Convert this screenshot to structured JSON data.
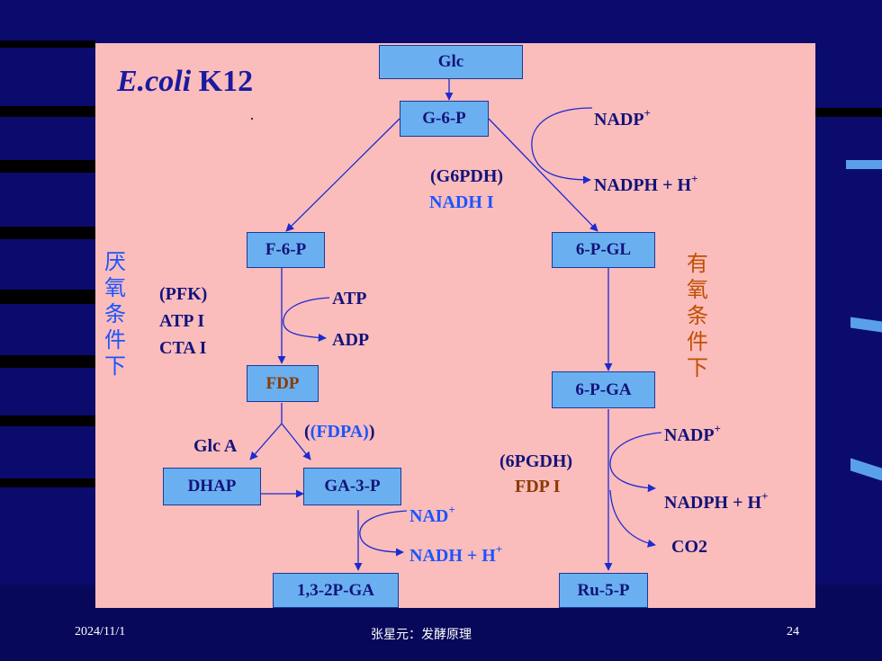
{
  "title": {
    "italic": "E.coli",
    "rest": "K12"
  },
  "nodes": {
    "glc": "Glc",
    "g6p": "G-6-P",
    "f6p": "F-6-P",
    "fdp": "FDP",
    "dhap": "DHAP",
    "ga3p": "GA-3-P",
    "bpga": "1,3-2P-GA",
    "pgl": "6-P-GL",
    "pga": "6-P-GA",
    "ru5p": "Ru-5-P"
  },
  "labels": {
    "nadp1": "NADP",
    "nadph1": "NADPH + H",
    "g6pdh": "(G6PDH)",
    "nadh_i": "NADH I",
    "pfk": "(PFK)",
    "atp_i": "ATP I",
    "cta_i": "CTA I",
    "atp": "ATP",
    "adp": "ADP",
    "glc_a": "Glc A",
    "fdpa": "(FDPA)",
    "nad": "NAD",
    "nadh": "NADH + H",
    "pgdh": "(6PGDH)",
    "fdp_i": "FDP I",
    "nadp2": "NADP",
    "nadph2": "NADPH + H",
    "co2": "CO2",
    "plus": "+"
  },
  "side_labels": {
    "anaerobic": [
      "厌",
      "氧",
      "条",
      "件",
      "下"
    ],
    "aerobic": [
      "有",
      "氧",
      "条",
      "件",
      "下"
    ]
  },
  "footer": {
    "date": "2024/11/1",
    "author": "张星元：发酵原理",
    "page": "24"
  },
  "colors": {
    "panel": "#fbbcbc",
    "box": "#6ab0f0",
    "text": "#13137a",
    "accent_blue": "#1a55ff",
    "accent_brown": "#8b3a00",
    "background": "#0b0b6e"
  }
}
